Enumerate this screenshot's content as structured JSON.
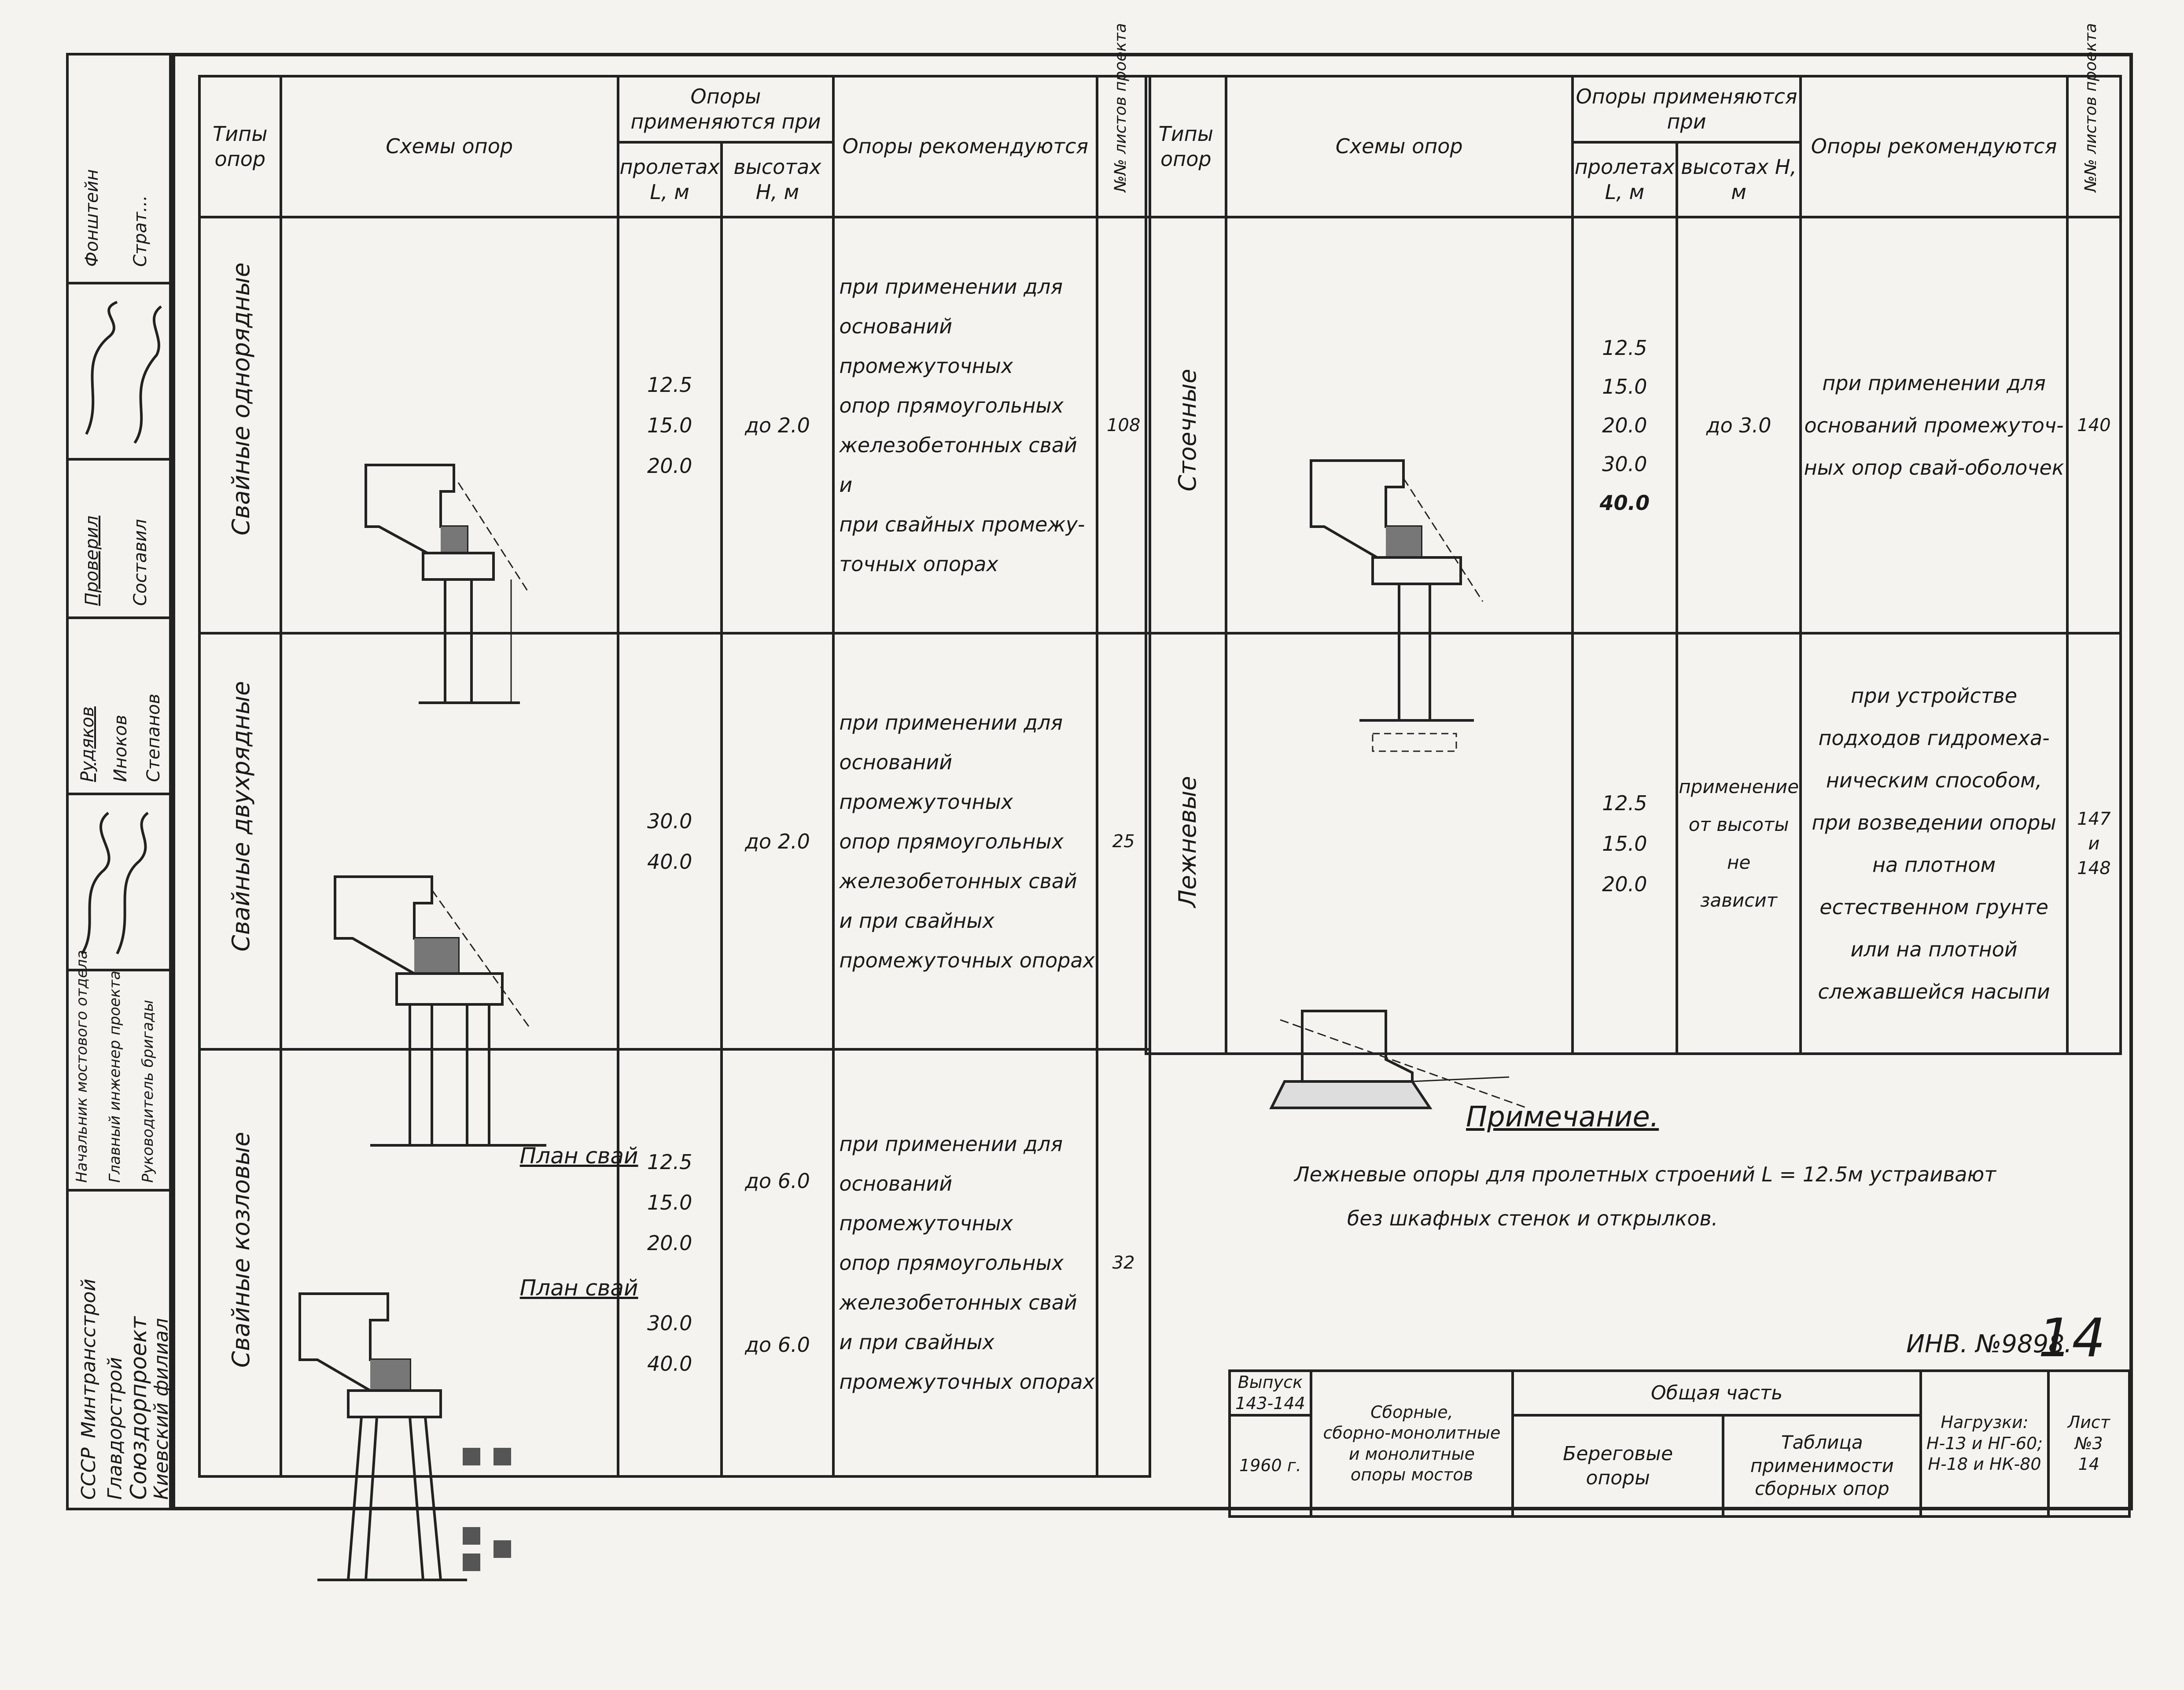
{
  "left_table": {
    "headers": {
      "types": "Типы опор",
      "schemes": "Схемы опор",
      "applied_when": "Опоры применяются при",
      "spans": "пролетах L, м",
      "heights": "высотах H, м",
      "recommended": "Опоры рекомендуются",
      "sheets": "№№ листов проекта"
    },
    "rows": [
      {
        "type": "Свайные однорядные",
        "spans": [
          "12.5",
          "15.0",
          "20.0"
        ],
        "height": "до 2.0",
        "recommend": [
          "при применении для",
          "оснований промежуточных",
          "опор прямоугольных",
          "железобетонных свай и",
          "при свайных промежу-",
          "точных опорах"
        ],
        "sheet": "108"
      },
      {
        "type": "Свайные двухрядные",
        "spans": [
          "30.0",
          "40.0"
        ],
        "height": "до 2.0",
        "recommend": [
          "при применении для",
          "оснований промежуточных",
          "опор прямоугольных",
          "железобетонных свай",
          "и при свайных",
          "промежуточных опорах"
        ],
        "sheet": "25"
      },
      {
        "type": "Свайные козловые",
        "spans": [
          "12.5",
          "15.0",
          "20.0",
          "30.0",
          "40.0"
        ],
        "heights": [
          "до 6.0",
          "до 6.0"
        ],
        "recommend": [
          "при применении для",
          "оснований промежуточных",
          "опор прямоугольных",
          "железобетонных свай",
          "и при свайных",
          "промежуточных опорах"
        ],
        "sheet": "32",
        "plan_labels": [
          "План свай",
          "План свай"
        ]
      }
    ]
  },
  "right_table": {
    "headers": {
      "types": "Типы опор",
      "schemes": "Схемы опор",
      "applied_when": "Опоры применяются при",
      "spans": "пролетах L, м",
      "heights": "высотах H, м",
      "recommended": "Опоры рекомендуются",
      "sheets": "№№ листов проекта"
    },
    "rows": [
      {
        "type": "Стоечные",
        "spans": [
          "12.5",
          "15.0",
          "20.0",
          "30.0",
          "40.0"
        ],
        "height": "до 3.0",
        "recommend": [
          "при применении для",
          "оснований промежуточ-",
          "ных опор свай-оболочек"
        ],
        "sheet": "140"
      },
      {
        "type": "Лежневые",
        "spans": [
          "12.5",
          "15.0",
          "20.0"
        ],
        "height": [
          "применение",
          "от высоты",
          "не",
          "зависит"
        ],
        "recommend": [
          "при устройстве",
          "подходов гидромеха-",
          "ническим способом,",
          "при возведении опоры",
          "на плотном",
          "естественном грунте",
          "или на плотной",
          "слежавшейся насыпи"
        ],
        "sheet": [
          "147",
          "и",
          "148"
        ]
      }
    ]
  },
  "note": {
    "title": "Примечание.",
    "lines": [
      "Лежневые опоры для пролетных строений L = 12.5м устраивают",
      "без шкафных стенок и открылков."
    ]
  },
  "inventory": {
    "label": "ИНВ. №9898.",
    "sheet_big": "14"
  },
  "stamp": {
    "issue_label": "Выпуск",
    "issue_value": "143-144",
    "year": "1960 г.",
    "series": [
      "Сборные,",
      "сборно-монолитные",
      "и монолитные",
      "опоры мостов"
    ],
    "part_label": "Общая часть",
    "section": [
      "Береговые",
      "опоры"
    ],
    "title": [
      "Таблица",
      "применимости",
      "сборных опор"
    ],
    "loads_label": "Нагрузки:",
    "loads": [
      "Н-13 и НГ-60;",
      "Н-18 и НК-80"
    ],
    "sheet_label": "Лист",
    "sheet_no": "№3",
    "sheet_value": "14"
  },
  "side_block": {
    "org": [
      "СССР",
      "Минтрансстрой",
      "Главдорстрой",
      "Союздорпроект",
      "Киевский филиал"
    ],
    "roles": [
      "Начальник мостового отдела",
      "Главный инженер проекта",
      "Руководитель бригады"
    ],
    "names": [
      "Рудяков",
      "Иноков",
      "Степанов"
    ],
    "checked": [
      "Проверил",
      "Составил"
    ],
    "approvals": [
      "Фонштейн",
      "Страт..."
    ]
  }
}
